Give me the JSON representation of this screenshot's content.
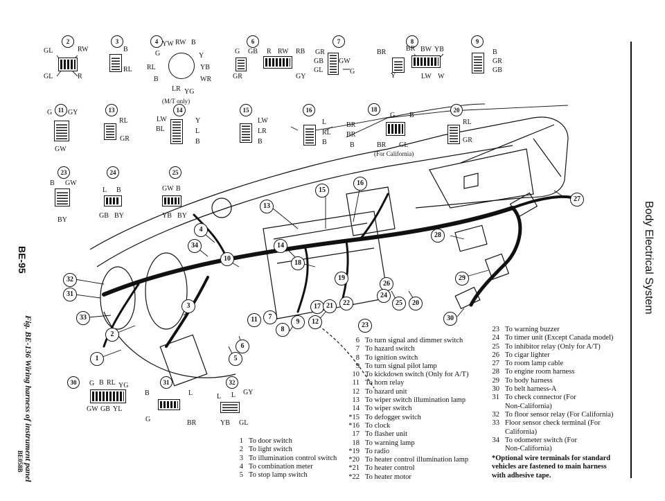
{
  "page_number": "BE-95",
  "side_title": "Body Electrical System",
  "figure_caption": "Fig. BE-136 Wiring harness of instrument panel",
  "figure_code": "BE058B",
  "mt_only": "(M/T only)",
  "for_california": "(For California)",
  "connector_numbers": {
    "c2": "2",
    "c3": "3",
    "c4": "4",
    "c6": "6",
    "c7": "7",
    "c8": "8",
    "c9": "9",
    "c11": "11",
    "c13": "13",
    "c14": "14",
    "c15": "15",
    "c16": "16",
    "c18": "18",
    "c20": "20",
    "c23": "23",
    "c24": "24",
    "c25": "25",
    "c30": "30",
    "c31": "31",
    "c32": "32"
  },
  "wire_labels": {
    "c2": [
      "GL",
      "RW",
      "GL",
      "R"
    ],
    "c3": [
      "B",
      "RL"
    ],
    "c4": [
      "YW",
      "RW",
      "B",
      "G",
      "Y",
      "RL",
      "YB",
      "B",
      "WR",
      "LR",
      "YG"
    ],
    "c6": [
      "G",
      "GB",
      "R",
      "RW",
      "RB",
      "GR",
      "GY"
    ],
    "c7": [
      "GR",
      "GB",
      "GW",
      "GL",
      "G"
    ],
    "c8": [
      "BR",
      "BR",
      "BW",
      "YB",
      "Y",
      "LW",
      "W"
    ],
    "c9": [
      "B",
      "GR",
      "GB"
    ],
    "c11": [
      "G",
      "GY",
      "GW"
    ],
    "c13": [
      "RL",
      "GR"
    ],
    "c14": [
      "LW",
      "Y",
      "BL",
      "L",
      "B"
    ],
    "c15": [
      "LW",
      "LR",
      "B"
    ],
    "c16": [
      "L",
      "RL",
      "B"
    ],
    "c18": [
      "G",
      "B",
      "BR",
      "BR",
      "B",
      "BR",
      "GL"
    ],
    "c20": [
      "RL",
      "GR"
    ],
    "c23": [
      "B",
      "GW",
      "BY"
    ],
    "c24": [
      "L",
      "B",
      "GB",
      "BY"
    ],
    "c25": [
      "GW",
      "B",
      "YB",
      "BY"
    ],
    "c30": [
      "G",
      "B",
      "RL",
      "YG",
      "GW",
      "GB",
      "YL"
    ],
    "c31": [
      "B",
      "L",
      "G",
      "BR"
    ],
    "c32": [
      "L",
      "L",
      "GY",
      "YB",
      "GL"
    ]
  },
  "diagram_callouts": [
    "13",
    "15",
    "16",
    "4",
    "34",
    "10",
    "14",
    "18",
    "19",
    "26",
    "32",
    "31",
    "33",
    "3",
    "2",
    "1",
    "5",
    "6",
    "11",
    "7",
    "9",
    "12",
    "8",
    "17",
    "21",
    "22",
    "24",
    "25",
    "20",
    "23",
    "27",
    "28",
    "29",
    "30"
  ],
  "legend_col1": [
    {
      "n": "1",
      "t": "To door switch"
    },
    {
      "n": "2",
      "t": "To light switch"
    },
    {
      "n": "3",
      "t": "To illumination control switch"
    },
    {
      "n": "4",
      "t": "To combination meter"
    },
    {
      "n": "5",
      "t": "To stop lamp switch"
    }
  ],
  "legend_col2": [
    {
      "n": "6",
      "t": "To turn signal and dimmer switch"
    },
    {
      "n": "7",
      "t": "To hazard switch"
    },
    {
      "n": "8",
      "t": "To ignition switch"
    },
    {
      "n": "9",
      "t": "To turn signal pilot lamp"
    },
    {
      "n": "10",
      "t": "To kickdown switch (Only for A/T)"
    },
    {
      "n": "11",
      "t": "To horn relay"
    },
    {
      "n": "12",
      "t": "To hazard unit"
    },
    {
      "n": "13",
      "t": "To wiper switch illumination lamp"
    },
    {
      "n": "14",
      "t": "To wiper switch"
    },
    {
      "n": "*15",
      "t": "To defogger switch"
    },
    {
      "n": "*16",
      "t": "To clock"
    },
    {
      "n": "17",
      "t": "To flasher unit"
    },
    {
      "n": "18",
      "t": "To warning lamp"
    },
    {
      "n": "*19",
      "t": "To radio"
    },
    {
      "n": "*20",
      "t": "To heater control illumination lamp"
    },
    {
      "n": "*21",
      "t": "To heater control"
    },
    {
      "n": "*22",
      "t": "To heater motor"
    }
  ],
  "legend_col3": [
    {
      "n": "23",
      "t": "To warning buzzer"
    },
    {
      "n": "24",
      "t": "To timer unit (Except Canada model)"
    },
    {
      "n": "25",
      "t": "To inhibitor relay (Only for A/T)"
    },
    {
      "n": "26",
      "t": "To cigar lighter"
    },
    {
      "n": "27",
      "t": "To room lamp cable"
    },
    {
      "n": "28",
      "t": "To engine room harness"
    },
    {
      "n": "29",
      "t": "To body harness"
    },
    {
      "n": "30",
      "t": "To belt harness-A"
    },
    {
      "n": "31",
      "t": "To check connector (For"
    },
    {
      "n": "",
      "t": "Non-California)"
    },
    {
      "n": "32",
      "t": "To floor sensor relay (For California)"
    },
    {
      "n": "33",
      "t": "Floor sensor check terminal (For"
    },
    {
      "n": "",
      "t": "California)"
    },
    {
      "n": "34",
      "t": "To odometer switch (For"
    },
    {
      "n": "",
      "t": "Non-California)"
    }
  ],
  "footnote": "*Optional wire terminals for standard vehicles are fastened to main harness with adhesive tape."
}
